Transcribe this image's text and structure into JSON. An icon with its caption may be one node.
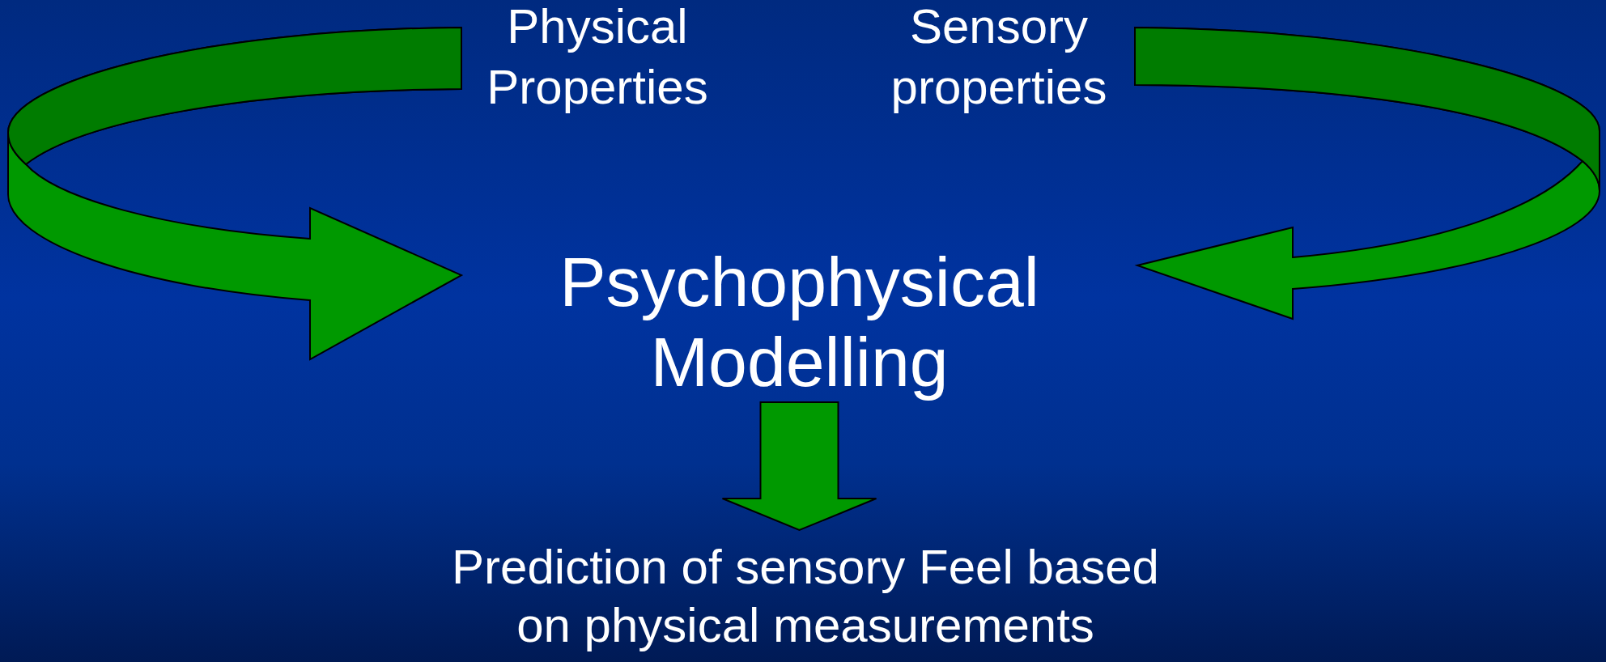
{
  "diagram": {
    "nodes": [
      {
        "text": [
          "Physical Properties"
        ]
      },
      {
        "text": [
          "Sensory properties"
        ]
      },
      {
        "text": [
          "Psychophysical Modelling"
        ]
      },
      {
        "text": [
          "Prediction of sensory Feel based on physical measurements"
        ]
      }
    ],
    "edges": [
      {
        "from": 0,
        "to": 2,
        "arrow": "to"
      },
      {
        "from": 1,
        "to": 2,
        "arrow": "to"
      },
      {
        "from": 2,
        "to": 3,
        "arrow": "to"
      }
    ]
  }
}
